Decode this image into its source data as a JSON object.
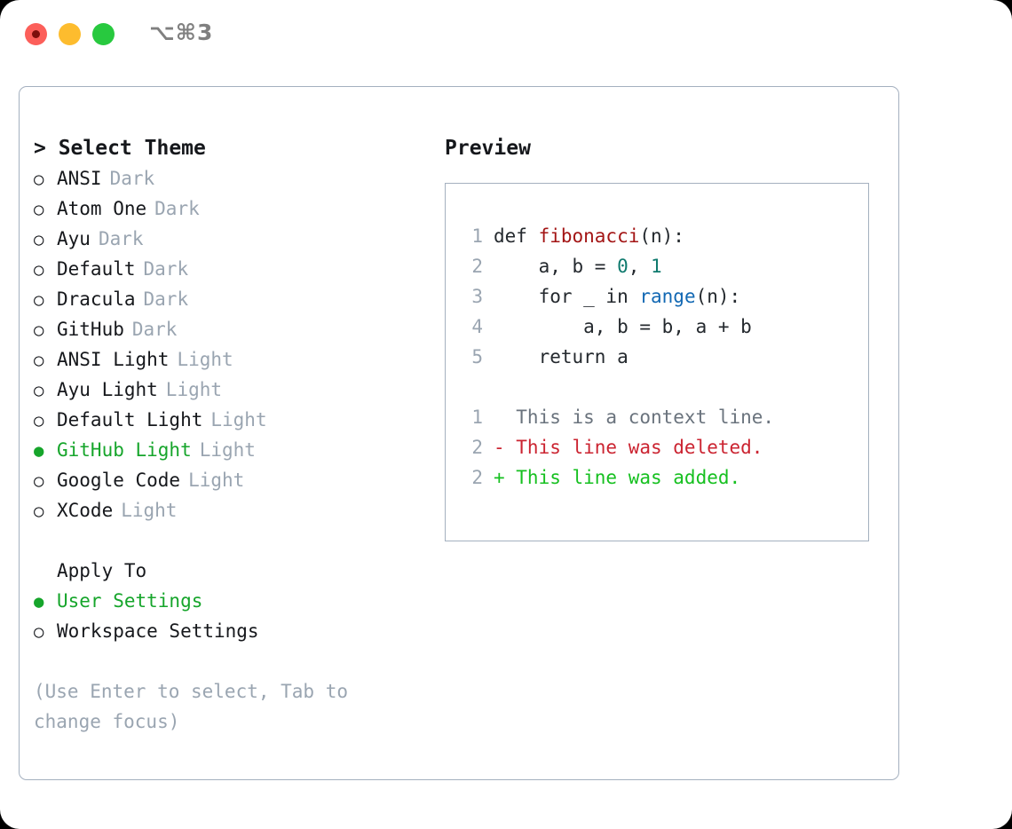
{
  "titlebar": {
    "shortcut": "⌥⌘3",
    "lights": [
      "close-red",
      "minimize-yellow",
      "maximize-green"
    ]
  },
  "theme_picker": {
    "heading": "> Select Theme",
    "options": [
      {
        "bullet": "○",
        "label": "ANSI",
        "tag": "Dark",
        "selected": false
      },
      {
        "bullet": "○",
        "label": "Atom One",
        "tag": "Dark",
        "selected": false
      },
      {
        "bullet": "○",
        "label": "Ayu",
        "tag": "Dark",
        "selected": false
      },
      {
        "bullet": "○",
        "label": "Default",
        "tag": "Dark",
        "selected": false
      },
      {
        "bullet": "○",
        "label": "Dracula",
        "tag": "Dark",
        "selected": false
      },
      {
        "bullet": "○",
        "label": "GitHub",
        "tag": "Dark",
        "selected": false
      },
      {
        "bullet": "○",
        "label": "ANSI Light",
        "tag": "Light",
        "selected": false
      },
      {
        "bullet": "○",
        "label": "Ayu Light",
        "tag": "Light",
        "selected": false
      },
      {
        "bullet": "○",
        "label": "Default Light",
        "tag": "Light",
        "selected": false
      },
      {
        "bullet": "●",
        "label": "GitHub Light",
        "tag": "Light",
        "selected": true
      },
      {
        "bullet": "○",
        "label": "Google Code",
        "tag": "Light",
        "selected": false
      },
      {
        "bullet": "○",
        "label": "XCode",
        "tag": "Light",
        "selected": false
      }
    ]
  },
  "apply_to": {
    "heading": "Apply To",
    "options": [
      {
        "bullet": "●",
        "label": "User Settings",
        "selected": true
      },
      {
        "bullet": "○",
        "label": "Workspace Settings",
        "selected": false
      }
    ]
  },
  "hint": "(Use Enter to select, Tab to change focus)",
  "preview": {
    "title": "Preview",
    "code_lines": [
      {
        "no": "1",
        "tokens": [
          {
            "t": "def ",
            "c": "plain"
          },
          {
            "t": "fibonacci",
            "c": "fn"
          },
          {
            "t": "(n):",
            "c": "plain"
          }
        ]
      },
      {
        "no": "2",
        "tokens": [
          {
            "t": "    a, b = ",
            "c": "plain"
          },
          {
            "t": "0",
            "c": "num"
          },
          {
            "t": ", ",
            "c": "plain"
          },
          {
            "t": "1",
            "c": "num"
          }
        ]
      },
      {
        "no": "3",
        "tokens": [
          {
            "t": "    for _ in ",
            "c": "plain"
          },
          {
            "t": "range",
            "c": "blt"
          },
          {
            "t": "(n):",
            "c": "plain"
          }
        ]
      },
      {
        "no": "4",
        "tokens": [
          {
            "t": "        a, b = b, a + b",
            "c": "plain"
          }
        ]
      },
      {
        "no": "5",
        "tokens": [
          {
            "t": "    return a",
            "c": "plain"
          }
        ]
      }
    ],
    "diff_lines": [
      {
        "no": "1",
        "text": "  This is a context line.",
        "kind": "ctx"
      },
      {
        "no": "2",
        "text": "- This line was deleted.",
        "kind": "del"
      },
      {
        "no": "2",
        "text": "+ This line was added.",
        "kind": "add"
      }
    ]
  },
  "colors": {
    "accent_green": "#16a52b",
    "muted_blue_gray": "#9aa5b1",
    "border": "#a4b0bf",
    "diff_add": "#16c020",
    "diff_del": "#cb2431",
    "syntax_function": "#a31515",
    "syntax_number": "#0f7a6e",
    "syntax_builtin": "#1268b3"
  }
}
